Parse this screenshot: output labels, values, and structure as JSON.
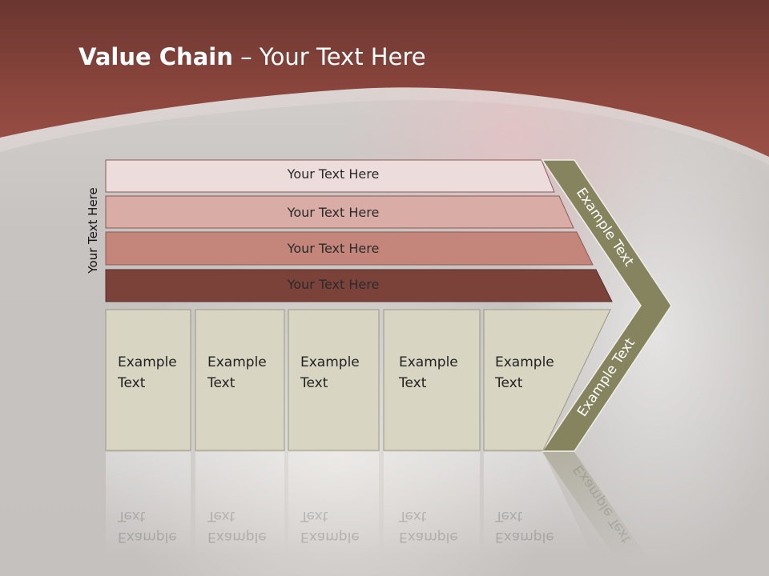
{
  "title": {
    "bold": "Value Chain",
    "rest": " – Your Text Here"
  },
  "side_label": "Your Text Here",
  "bars": [
    {
      "label": "Your Text Here",
      "color": "#ecdcdb"
    },
    {
      "label": "Your Text Here",
      "color": "#d9aca6"
    },
    {
      "label": "Your Text Here",
      "color": "#c4857a"
    },
    {
      "label": "Your Text Here",
      "color": "#7b4239"
    }
  ],
  "cells": [
    {
      "line1": "Example",
      "line2": "Text"
    },
    {
      "line1": "Example",
      "line2": "Text"
    },
    {
      "line1": "Example",
      "line2": "Text"
    },
    {
      "line1": "Example",
      "line2": "Text"
    },
    {
      "line1": "Example",
      "line2": "Text"
    }
  ],
  "chevron": {
    "upper": "Example Text",
    "lower": "Example Text",
    "color": "#86845e"
  },
  "colors": {
    "header": "#8e4a41",
    "cell_fill": "#d8d6c2"
  }
}
